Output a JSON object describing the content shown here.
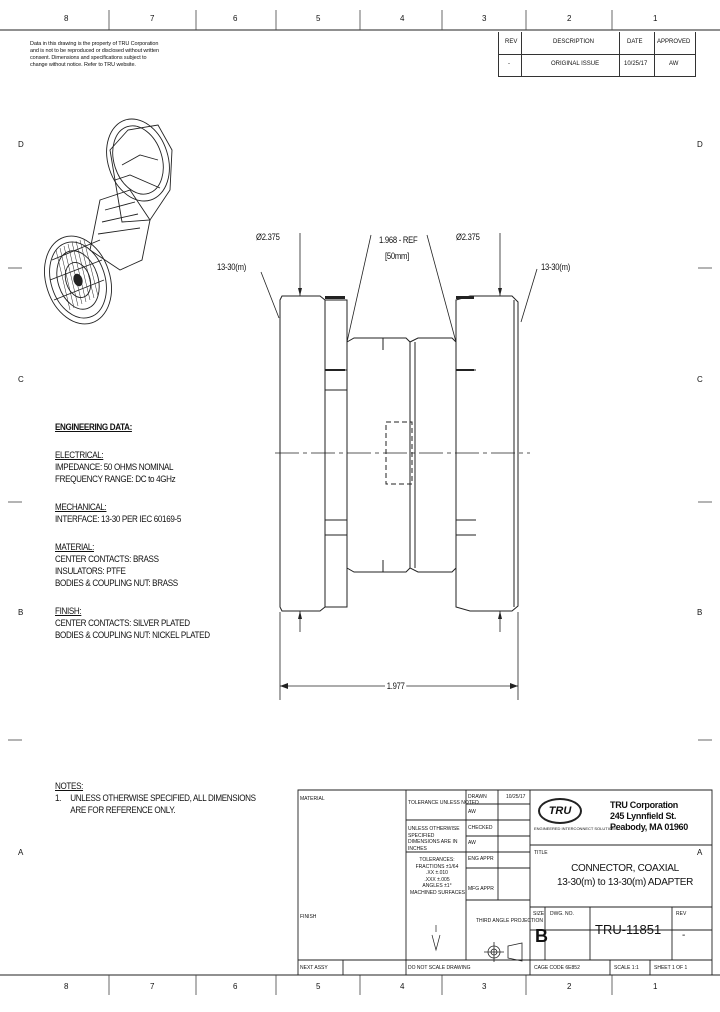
{
  "zones": {
    "columns": [
      "8",
      "7",
      "6",
      "5",
      "4",
      "3",
      "2",
      "1"
    ],
    "rows": [
      "D",
      "C",
      "B",
      "A"
    ]
  },
  "notice": [
    "Data in this drawing is the property of TRU Corporation",
    "and is not to be reproduced or disclosed without written",
    "consent. Dimensions and specifications subject to",
    "change without notice. Refer to TRU website."
  ],
  "revision_block": {
    "headers": [
      "REV",
      "DESCRIPTION",
      "DATE",
      "APPROVED"
    ],
    "row": [
      "-",
      "ORIGINAL ISSUE",
      "10/25/17",
      "AW"
    ]
  },
  "dimensions": {
    "left_dia": "Ø2.375",
    "left_conn": "13-30(m)",
    "center_len": "1.968 - REF",
    "center_mm": "[50mm]",
    "right_dia": "Ø2.375",
    "right_conn": "13-30(m)",
    "overall": "1.977"
  },
  "engineering": {
    "title": "ENGINEERING DATA:",
    "electrical_title": "ELECTRICAL:",
    "impedance": "IMPEDANCE: 50 OHMS NOMINAL",
    "frequency": "FREQUENCY RANGE: DC to 4GHz",
    "mechanical_title": "MECHANICAL:",
    "interface": "INTERFACE: 13-30 PER IEC 60169-5",
    "material_title": "MATERIAL:",
    "center_contact_mat": "CENTER CONTACTS: BRASS",
    "insulators": "INSULATORS: PTFE",
    "bodies_mat": "BODIES & COUPLING NUT: BRASS",
    "finish_title": "FINISH:",
    "center_contact_fin": "CENTER CONTACTS: SILVER PLATED",
    "bodies_fin": "BODIES & COUPLING NUT: NICKEL PLATED"
  },
  "notes": {
    "title": "NOTES:",
    "item_num": "1.",
    "item_line1": "UNLESS OTHERWISE SPECIFIED, ALL DIMENSIONS",
    "item_line2": "ARE FOR REFERENCE ONLY."
  },
  "title_block": {
    "material": "MATERIAL",
    "finish": "FINISH",
    "tolerance_head": "TOLERANCE UNLESS NOTED",
    "units_head": "UNLESS OTHERWISE SPECIFIED DIMENSIONS ARE IN INCHES",
    "tolerances": [
      "TOLERANCES:",
      "FRACTIONS ±1/64",
      ".XX ±.010",
      ".XXX ±.005",
      "ANGLES ±1°",
      "MACHINED SURFACES"
    ],
    "drawn": "DRAWN",
    "drawn_by": "AW",
    "drawn_date": "10/25/17",
    "checked": "CHECKED",
    "checked_by": "AW",
    "eng_appr": "ENG APPR",
    "mfg_appr": "MFG APPR",
    "third_angle": "THIRD ANGLE PROJECTION",
    "do_not_scale": "DO NOT SCALE DRAWING",
    "next_assy": "NEXT ASSY",
    "company_logo": "TRU",
    "company_tag": "ENGINEERED INTERCONNECT SOLUTIONS",
    "company_name": "TRU Corporation",
    "company_addr1": "245 Lynnfield St.",
    "company_addr2": "Peabody, MA 01960",
    "title_label": "TITLE",
    "title_line1": "CONNECTOR, COAXIAL",
    "title_line2": "13-30(m) to 13-30(m) ADAPTER",
    "size_label": "SIZE",
    "size": "B",
    "dwg_label": "DWG. NO.",
    "dwg_no": "TRU-11851",
    "rev_label": "REV",
    "rev": "-",
    "cage_code": "CAGE CODE 6E852",
    "scale": "SCALE 1:1",
    "sheet": "SHEET 1 OF 1"
  }
}
